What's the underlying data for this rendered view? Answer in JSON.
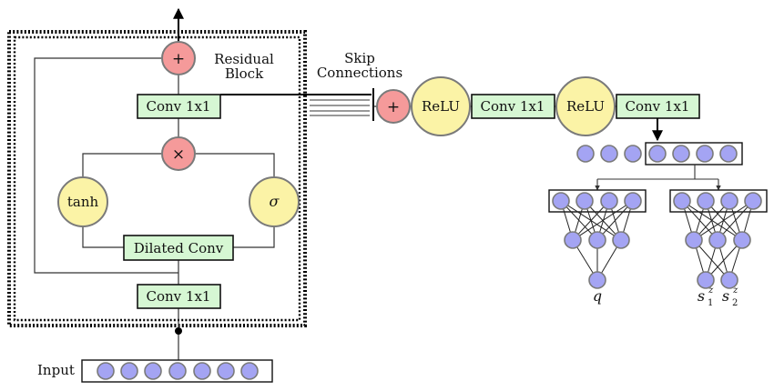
{
  "title": {
    "residual_line1": "Residual",
    "residual_line2": "Block",
    "skip_line1": "Skip",
    "skip_line2": "Connections"
  },
  "blocks": {
    "conv_top": "Conv 1x1",
    "conv_bottom": "Conv 1x1",
    "dilated": "Dilated Conv",
    "conv_mid": "Conv 1x1",
    "conv_right": "Conv 1x1"
  },
  "nodes": {
    "plus": "+",
    "times": "×",
    "tanh": "tanh",
    "sigma": "σ",
    "relu": "ReLU"
  },
  "labels": {
    "input": "Input",
    "q": "q",
    "s1_base": "s",
    "s1_sup": "z",
    "s1_sub": "1",
    "s2_base": "s",
    "s2_sup": "z",
    "s2_sub": "2"
  },
  "colors": {
    "pink": "#f59a9a",
    "yellow": "#fbf3a6",
    "green": "#d6f7d3",
    "blue": "#a4a4f3",
    "stroke": "#7a7a7a"
  }
}
